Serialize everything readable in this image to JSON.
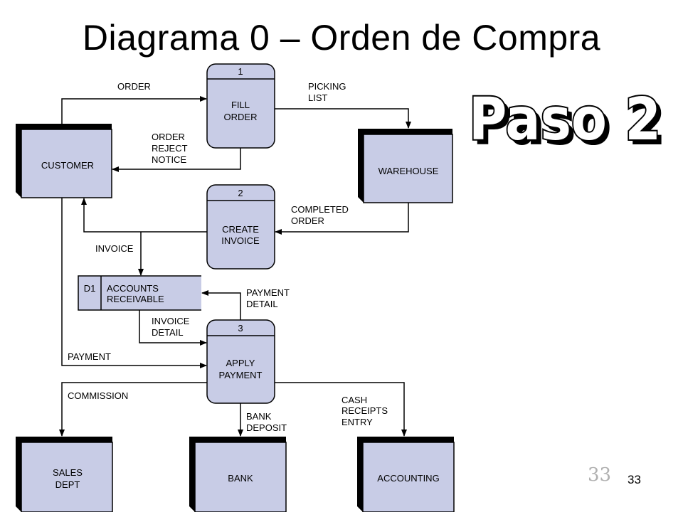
{
  "title": "Diagrama 0 – Orden de Compra",
  "stamp": "Paso 2",
  "page_number_watermark": "33",
  "page_number": "33",
  "entities": {
    "customer": "CUSTOMER",
    "warehouse": "WAREHOUSE",
    "sales_dept": [
      "SALES",
      "DEPT"
    ],
    "bank": "BANK",
    "accounting": "ACCOUNTING"
  },
  "processes": {
    "fill_order": {
      "number": "1",
      "label": [
        "FILL",
        "ORDER"
      ]
    },
    "create_invoice": {
      "number": "2",
      "label": [
        "CREATE",
        "INVOICE"
      ]
    },
    "apply_payment": {
      "number": "3",
      "label": [
        "APPLY",
        "PAYMENT"
      ]
    }
  },
  "data_store": {
    "id": "D1",
    "label": [
      "ACCOUNTS",
      "RECEIVABLE"
    ]
  },
  "flows": {
    "order": [
      "ORDER"
    ],
    "picking_list": [
      "PICKING",
      "LIST"
    ],
    "order_reject_notice": [
      "ORDER",
      "REJECT",
      "NOTICE"
    ],
    "completed_order": [
      "COMPLETED",
      "ORDER"
    ],
    "invoice": [
      "INVOICE"
    ],
    "payment_detail": [
      "PAYMENT",
      "DETAIL"
    ],
    "invoice_detail": [
      "INVOICE",
      "DETAIL"
    ],
    "payment": [
      "PAYMENT"
    ],
    "commission": [
      "COMMISSION"
    ],
    "bank_deposit": [
      "BANK",
      "DEPOSIT"
    ],
    "cash_receipts_entry": [
      "CASH",
      "RECEIPTS",
      "ENTRY"
    ]
  }
}
